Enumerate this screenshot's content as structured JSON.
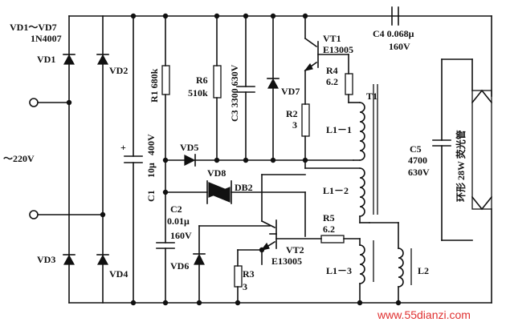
{
  "title_block": {
    "diode_range": "VD1～VD7",
    "diode_type": "1N4007"
  },
  "input": {
    "voltage": "～220V"
  },
  "diodes": {
    "vd1": "VD1",
    "vd2": "VD2",
    "vd3": "VD3",
    "vd4": "VD4",
    "vd5": "VD5",
    "vd6": "VD6",
    "vd7": "VD7",
    "vd8": "VD8",
    "db2": "DB2"
  },
  "resistors": {
    "r1": "R1 680k",
    "r2_name": "R2",
    "r2_val": "3",
    "r3_name": "R3",
    "r3_val": "3",
    "r4_name": "R4",
    "r4_val": "6.2",
    "r5_name": "R5",
    "r5_val": "6.2",
    "r6_name": "R6",
    "r6_val": "510k"
  },
  "capacitors": {
    "c1_name": "C1",
    "c1_val": "10μ",
    "c1_volt": "400V",
    "c1_plus": "+",
    "c2_name": "C2",
    "c2_val": "0.01μ",
    "c2_volt": "160V",
    "c3": "C3 3300 630V",
    "c4_name": "C4 0.068μ",
    "c4_volt": "160V",
    "c5_name": "C5",
    "c5_val": "4700",
    "c5_volt": "630V"
  },
  "transistors": {
    "vt1_name": "VT1",
    "vt1_type": "E13005",
    "vt2_name": "VT2",
    "vt2_type": "E13005"
  },
  "inductors": {
    "t1": "T1",
    "l1_1": "L1－1",
    "l1_2": "L1－2",
    "l1_3": "L1－3",
    "l2": "L2"
  },
  "lamp": {
    "label": "环形 28W 荧光管"
  },
  "watermark": {
    "text": "www.55dianzi.com"
  }
}
